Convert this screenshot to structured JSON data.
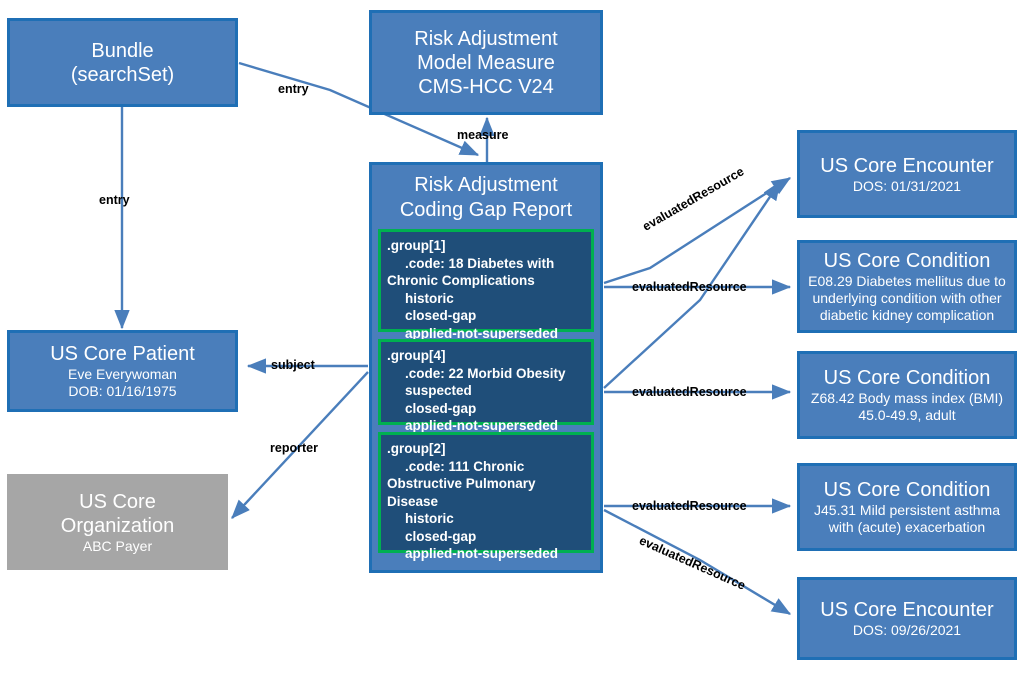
{
  "diagram": {
    "title": "Risk Adjustment Coding Gap Report FHIR resource graph",
    "colors": {
      "node_fill": "#4A7EBB",
      "node_border": "#1F6FB5",
      "group_fill": "#1F4E79",
      "group_border": "#00B050",
      "org_fill": "#A6A6A6",
      "edge": "#4A7EBB",
      "label_text": "#000000"
    }
  },
  "nodes": {
    "bundle": {
      "title_line1": "Bundle",
      "title_line2": "(searchSet)"
    },
    "measure": {
      "title_line1": "Risk Adjustment",
      "title_line2": "Model Measure",
      "title_line3": "CMS-HCC V24"
    },
    "report": {
      "title_line1": "Risk Adjustment",
      "title_line2": "Coding Gap Report",
      "groups": [
        {
          "name": ".group[1]",
          "code": ".code: 18 Diabetes with",
          "code_cont": "Chronic Complications",
          "status1": "historic",
          "status2": "closed-gap",
          "status3": "applied-not-superseded"
        },
        {
          "name": ".group[4]",
          "code": ".code: 22 Morbid Obesity",
          "code_cont": "",
          "status1": "suspected",
          "status2": "closed-gap",
          "status3": "applied-not-superseded"
        },
        {
          "name": ".group[2]",
          "code": ".code: 111 Chronic",
          "code_cont": "Obstructive Pulmonary",
          "code_cont2": "Disease",
          "status1": "historic",
          "status2": "closed-gap",
          "status3": "applied-not-superseded"
        }
      ]
    },
    "patient": {
      "title": "US Core Patient",
      "sub1": "Eve Everywoman",
      "sub2": "DOB: 01/16/1975"
    },
    "organization": {
      "title_line1": "US Core",
      "title_line2": "Organization",
      "sub1": "ABC Payer"
    },
    "encounter1": {
      "title": "US Core Encounter",
      "sub1": "DOS: 01/31/2021"
    },
    "condition1": {
      "title": "US Core Condition",
      "sub1": "E08.29 Diabetes mellitus due to",
      "sub2": "underlying condition with other",
      "sub3": "diabetic kidney complication"
    },
    "condition2": {
      "title": "US Core Condition",
      "sub1": "Z68.42 Body mass index (BMI)",
      "sub2": "45.0-49.9, adult"
    },
    "condition3": {
      "title": "US Core Condition",
      "sub1": "J45.31 Mild persistent asthma",
      "sub2": "with (acute) exacerbation"
    },
    "encounter2": {
      "title": "US Core Encounter",
      "sub1": "DOS: 09/26/2021"
    }
  },
  "edges": {
    "entry_measure": "entry",
    "entry_patient": "entry",
    "measure": "measure",
    "subject": "subject",
    "reporter": "reporter",
    "eval1": "evaluatedResource",
    "eval2": "evaluatedResource",
    "eval3": "evaluatedResource",
    "eval4": "evaluatedResource",
    "eval5": "evaluatedResource"
  }
}
